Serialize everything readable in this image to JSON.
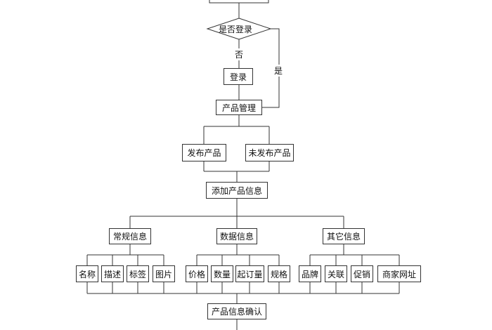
{
  "flowchart": {
    "decision": "是否登录",
    "no_label": "否",
    "yes_label": "是",
    "login": "登录",
    "product_mgmt": "产品管理",
    "published": "发布产品",
    "unpublished": "未发布产品",
    "add_product_info": "添加产品信息",
    "general_info": "常规信息",
    "data_info": "数据信息",
    "other_info": "其它信息",
    "name": "名称",
    "description": "描述",
    "tags": "标签",
    "image": "图片",
    "price": "价格",
    "quantity": "数量",
    "min_order": "起订量",
    "spec": "规格",
    "brand": "品牌",
    "related": "关联",
    "promotion": "促销",
    "merchant_url": "商家网址",
    "confirm": "产品信息确认"
  }
}
